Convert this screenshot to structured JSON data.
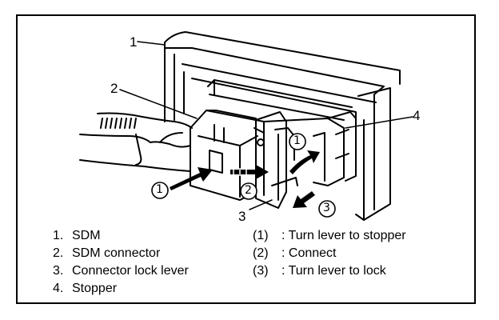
{
  "callouts": {
    "c1": "1",
    "c2": "2",
    "c3": "3",
    "c4": "4"
  },
  "steps": {
    "s1": "1",
    "s2": "2",
    "s3": "3"
  },
  "legend_left": [
    {
      "num": "1.",
      "text": "SDM"
    },
    {
      "num": "2.",
      "text": "SDM connector"
    },
    {
      "num": "3.",
      "text": "Connector lock lever"
    },
    {
      "num": "4.",
      "text": "Stopper"
    }
  ],
  "legend_right": [
    {
      "num": "(1)",
      "text": ": Turn lever to stopper"
    },
    {
      "num": "(2)",
      "text": ": Connect"
    },
    {
      "num": "(3)",
      "text": ": Turn lever to lock"
    }
  ],
  "colors": {
    "line": "#000000",
    "background": "#ffffff"
  }
}
